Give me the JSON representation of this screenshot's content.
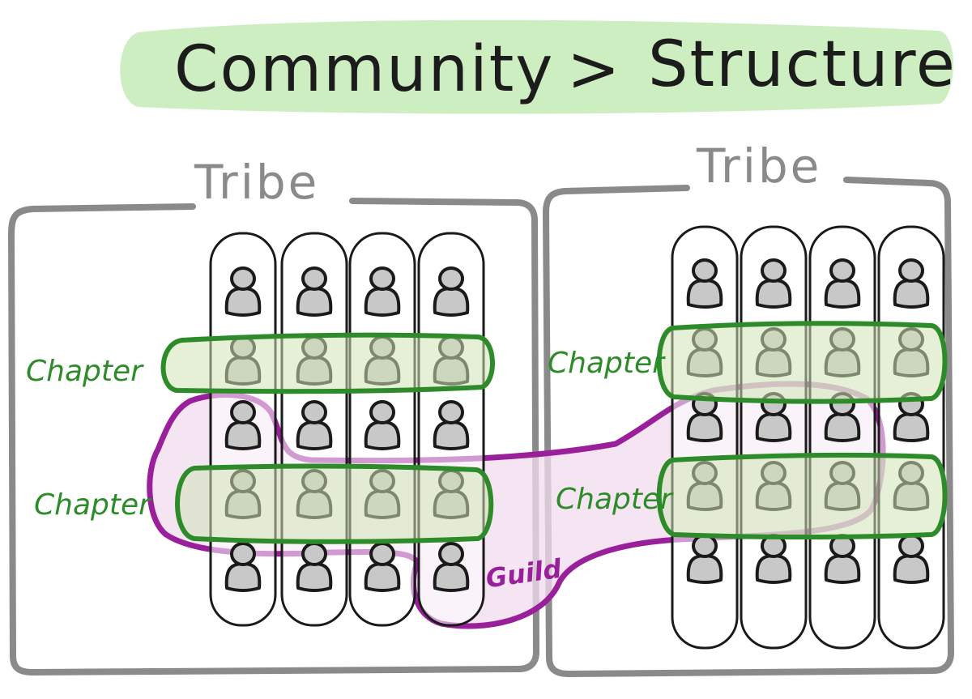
{
  "title": {
    "left": "Community",
    "separator": ">",
    "right": "Structure"
  },
  "tribes": [
    {
      "label": "Tribe"
    },
    {
      "label": "Tribe"
    }
  ],
  "chapters": [
    {
      "label": "Chapter"
    },
    {
      "label": "Chapter"
    },
    {
      "label": "Chapter"
    },
    {
      "label": "Chapter"
    }
  ],
  "guild": {
    "label": "Guild"
  },
  "colors": {
    "title_highlight": "#cdeec0",
    "tribe_border": "#8a8a8a",
    "squad_border": "#1a1a1a",
    "person_fill": "#c8c8c8",
    "chapter_stroke": "#2e8b2a",
    "chapter_fill": "#d6e8c2",
    "guild_stroke": "#9a1f9a",
    "guild_fill": "#f1dcef"
  }
}
